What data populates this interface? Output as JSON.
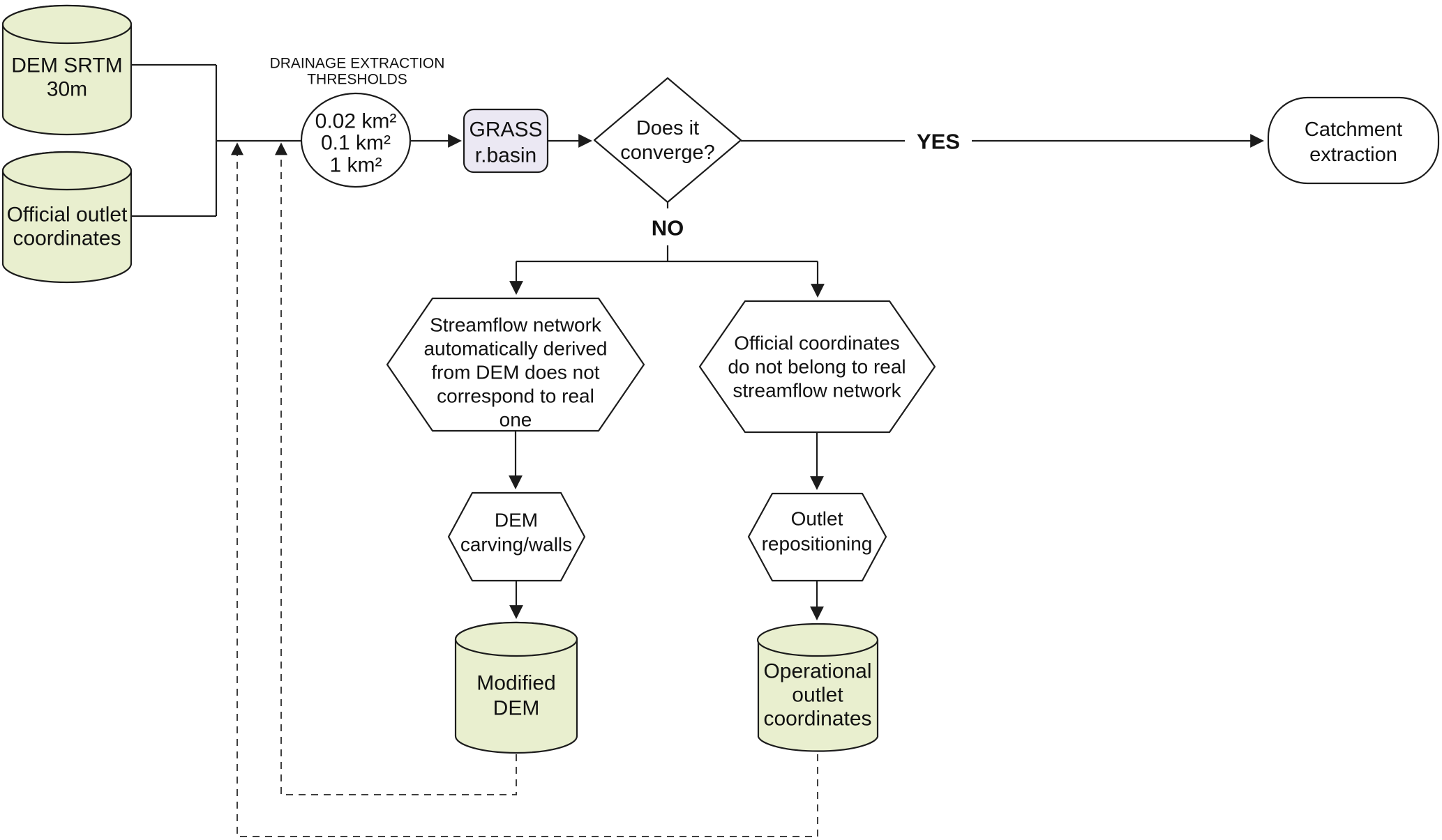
{
  "colors": {
    "cylinder_fill": "#e9efcf",
    "process_fill": "#ebe8f3",
    "plain_fill": "#ffffff"
  },
  "labels": {
    "yes": "YES",
    "no": "NO"
  },
  "nodes": {
    "dem_srtm": {
      "shape": "cylinder",
      "lines": [
        "DEM SRTM",
        "30m"
      ]
    },
    "official_outlet": {
      "shape": "cylinder",
      "lines": [
        "Official outlet",
        "coordinates"
      ]
    },
    "thresholds_caption": {
      "shape": "caption",
      "lines": [
        "DRAINAGE EXTRACTION",
        "THRESHOLDS"
      ]
    },
    "thresholds": {
      "shape": "ellipse",
      "lines": [
        "0.02 km²",
        "0.1 km²",
        "1 km²"
      ]
    },
    "grass_rbasin": {
      "shape": "process",
      "lines": [
        "GRASS",
        "r.basin"
      ]
    },
    "does_it_converge": {
      "shape": "decision",
      "lines": [
        "Does it",
        "converge?"
      ]
    },
    "catchment_extraction": {
      "shape": "terminator",
      "lines": [
        "Catchment",
        "extraction"
      ]
    },
    "streamflow_issue": {
      "shape": "hexagon",
      "lines": [
        "Streamflow network",
        "automatically derived",
        "from DEM does not",
        "correspond to real",
        "one"
      ]
    },
    "coords_issue": {
      "shape": "hexagon",
      "lines": [
        "Official coordinates",
        "do not belong to real",
        "streamflow network"
      ]
    },
    "dem_carving": {
      "shape": "hexagon",
      "lines": [
        "DEM",
        "carving/walls"
      ]
    },
    "outlet_repositioning": {
      "shape": "hexagon",
      "lines": [
        "Outlet",
        "repositioning"
      ]
    },
    "modified_dem": {
      "shape": "cylinder",
      "lines": [
        "Modified",
        "DEM"
      ]
    },
    "operational_outlet": {
      "shape": "cylinder",
      "lines": [
        "Operational",
        "outlet",
        "coordinates"
      ]
    }
  }
}
